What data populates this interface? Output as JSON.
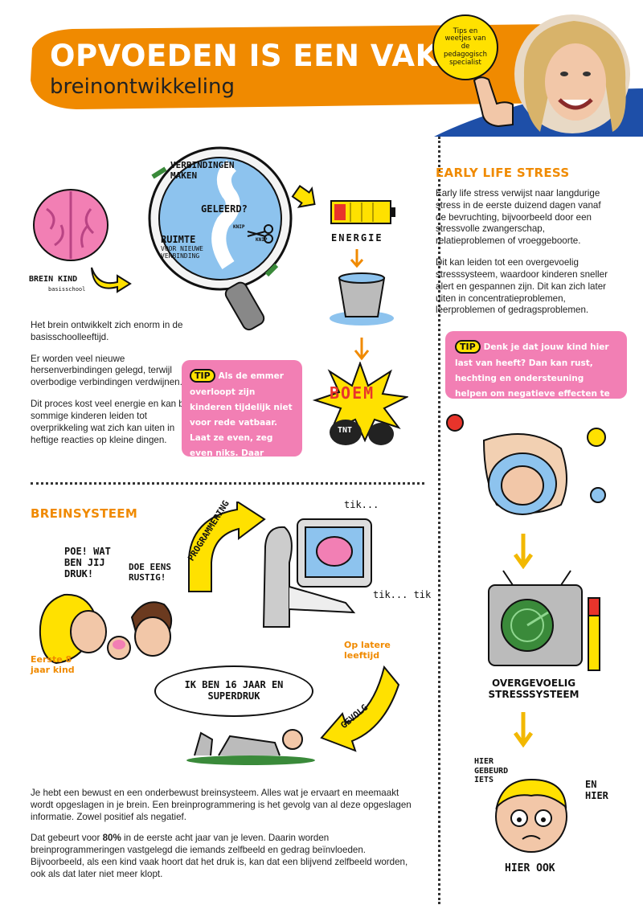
{
  "header": {
    "title": "OPVOEDEN IS EEN VAK",
    "subtitle": "breinontwikkeling",
    "bubble": "Tips en weetjes van de pedagogisch specialist",
    "colors": {
      "orange": "#F08A00",
      "yellow": "#FFE100",
      "pink": "#F27FB4",
      "blue": "#1E4FA8",
      "lightblue": "#8DC3EE"
    }
  },
  "brain": {
    "brain_label": "BREIN KIND",
    "brain_sub": "basisschool",
    "magnifier": {
      "t1": "VERBINDINGEN MAKEN",
      "t2": "GELEERD?",
      "t3": "RUIMTE",
      "t4": "VOOR NIEUWE VERBINDING",
      "knip1": "KNIP",
      "knip2": "KNIP"
    },
    "energie": "ENERGIE",
    "boem": "BOEM",
    "tnt": "TNT",
    "paragraphs": [
      "Het brein ontwikkelt zich enorm in de basisschoolleeftijd.",
      "Er worden veel nieuwe hersenverbindingen gelegd, terwijl overbodige verbindingen verdwijnen.",
      "Dit proces kost veel energie en kan bij sommige kinderen leiden tot overprikkeling wat zich kan uiten in heftige reacties op kleine dingen."
    ],
    "tip_label": "TIP",
    "tip": "Als de emmer overloopt zijn kinderen tijdelijk niet voor rede vatbaar. Laat ze even, zeg even niks. Daar mogen ze doorheen."
  },
  "stress": {
    "title": "EARLY LIFE STRESS",
    "paragraphs": [
      "Early life stress verwijst naar langdurige stress in de eerste duizend dagen vanaf de bevruchting, bijvoorbeeld door een stressvolle zwangerschap, relatieproblemen of vroeggeboorte.",
      "Dit kan leiden tot een overgevoelig stresssysteem, waardoor kinderen sneller alert en gespannen zijn. Dit kan zich later uiten in concentratieproblemen, leerproblemen of gedragsproblemen."
    ],
    "tip_label": "TIP",
    "tip": "Denk je dat jouw kind hier last van heeft? Dan kan rust, hechting en ondersteuning helpen om negatieve effecten te verminderen",
    "overgevoelig": "OVERGEVOELIG STRESSSYSTEEM",
    "hier_gebeurd": "HIER GEBEURD IETS",
    "en_hier": "EN HIER",
    "hier_ook": "HIER OOK"
  },
  "breinsysteem": {
    "title": "BREINSYSTEEM",
    "poe": "POE! WAT BEN JIJ DRUK!",
    "doe": "DOE EENS RUSTIG!",
    "programmering": "PROGRAMMERING",
    "tik1": "tik...",
    "tik2": "tik... tik",
    "eerste": "Eerste 8 jaar kind",
    "later": "Op latere leeftijd",
    "ik_ben": "IK BEN 16 JAAR EN SUPERDRUK",
    "gevolg": "GEVOLG",
    "para1": "Je hebt een bewust en een onderbewust breinsysteem. Alles wat je ervaart en meemaakt wordt opgeslagen in je brein. Een breinprogrammering is het gevolg van al deze opgeslagen informatie. Zowel positief als negatief.",
    "para2_a": "Dat gebeurt voor ",
    "para2_pct": "80%",
    "para2_b": " in de eerste acht jaar van je leven. Daarin worden breinprogrammeringen vastgelegd die iemands zelfbeeld en gedrag beïnvloeden. Bijvoorbeeld, als een kind vaak hoort dat het druk is, kan dat een blijvend zelfbeeld worden, ook als dat later niet meer klopt."
  }
}
